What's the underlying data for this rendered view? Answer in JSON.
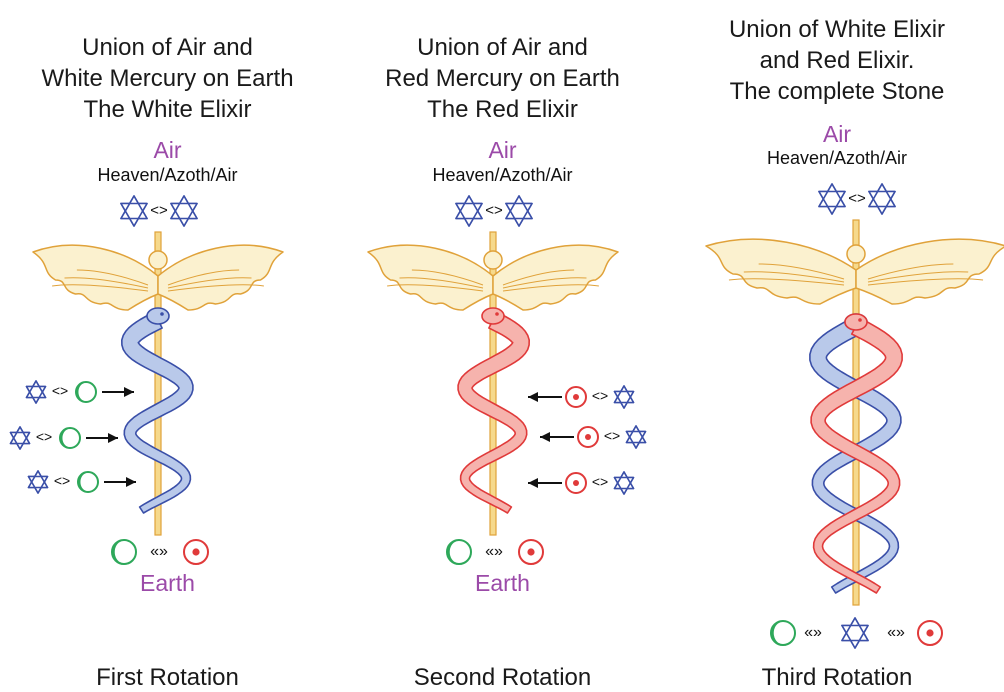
{
  "panels": [
    {
      "title": "Union of Air and\nWhite Mercury on Earth\nThe White Elixir",
      "top_label": "Air",
      "top_sublabel": "Heaven/Azoth/Air",
      "bottom_label": "Earth",
      "rotation": "First Rotation",
      "serpents": [
        "white"
      ],
      "side_arrows": "into-left"
    },
    {
      "title": "Union of Air and\nRed Mercury on Earth\nThe Red Elixir",
      "top_label": "Air",
      "top_sublabel": "Heaven/Azoth/Air",
      "bottom_label": "Earth",
      "rotation": "Second Rotation",
      "serpents": [
        "red"
      ],
      "side_arrows": "into-right"
    },
    {
      "title": "Union of White Elixir\nand Red Elixir.\nThe complete Stone",
      "top_label": "Air",
      "top_sublabel": "Heaven/Azoth/Air",
      "bottom_label": "",
      "rotation": "Third Rotation",
      "serpents": [
        "white",
        "red"
      ],
      "side_arrows": "none"
    }
  ],
  "symbols": {
    "star": "hexagram-icon",
    "moon": "moon-icon",
    "sun": "sun-icon",
    "exchange": "<>",
    "union": "«»"
  },
  "colors": {
    "star": "#3a4fa8",
    "moon": "#2ea85a",
    "sun": "#e03a3a",
    "label_purple": "#9b4aa8",
    "wing_fill": "#fbf1cf",
    "wing_stroke": "#e0a23a",
    "serpent_white_fill": "#b9c9ea",
    "serpent_white_stroke": "#3a4fa8",
    "serpent_red_fill": "#f6b3ad",
    "serpent_red_stroke": "#e03a3a"
  }
}
